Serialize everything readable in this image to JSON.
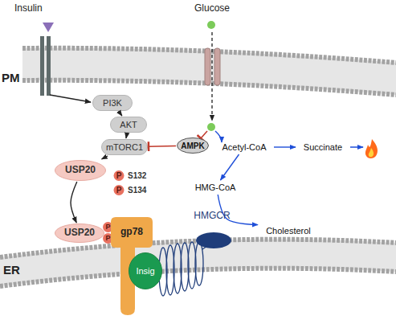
{
  "diagram": {
    "nodes": [
      {
        "text": [
          "PI3K"
        ]
      },
      {
        "text": [
          "AKT"
        ]
      },
      {
        "text": [
          "mTORC1"
        ]
      },
      {
        "text": [
          "AMPK"
        ]
      },
      {
        "text": [
          "Acetyl-CoA"
        ]
      },
      {
        "text": [
          "Succinate"
        ]
      },
      {
        "text": [
          "USP20"
        ]
      },
      {
        "text": [
          "P",
          "S132"
        ]
      },
      {
        "text": [
          "P",
          "S134"
        ]
      },
      {
        "text": [
          "HMG-CoA"
        ]
      },
      {
        "text": [
          "HMGCR"
        ]
      },
      {
        "text": [
          "Cholesterol"
        ]
      },
      {
        "text": [
          "USP20"
        ]
      },
      {
        "text": [
          "P"
        ]
      },
      {
        "text": [
          "P"
        ]
      },
      {
        "text": [
          "gp78"
        ]
      },
      {
        "text": [
          "Insig"
        ]
      }
    ],
    "edges": [
      {
        "from": 0,
        "to": 1,
        "arrow": "to"
      },
      {
        "from": 1,
        "to": 2,
        "arrow": "to"
      },
      {
        "from": 2,
        "to": 6,
        "arrow": "to"
      },
      {
        "from": 6,
        "to": 12,
        "arrow": "to"
      },
      {
        "from": 3,
        "to": 2,
        "arrow": "to"
      },
      {
        "from": 4,
        "to": 5,
        "arrow": "to"
      },
      {
        "from": 4,
        "to": 9,
        "arrow": "to"
      },
      {
        "from": 9,
        "to": 11,
        "arrow": "to"
      }
    ],
    "labels": [
      "Insulin",
      "Glucose",
      "PM",
      "ER"
    ]
  }
}
